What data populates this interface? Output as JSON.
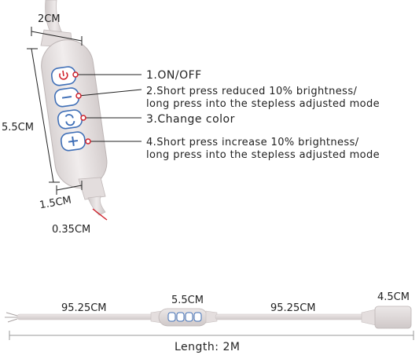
{
  "dimensions": {
    "width_top": "2CM",
    "height": "5.5CM",
    "width_bottom": "1.5CM",
    "cable": "0.35CM",
    "left_cable": "95.25CM",
    "controller": "5.5CM",
    "right_cable": "95.25CM",
    "plug": "4.5CM",
    "total_length": "Length: 2M"
  },
  "functions": [
    {
      "line1": "1.ON/OFF",
      "line2": ""
    },
    {
      "line1": "2.Short press reduced 10% brightness/",
      "line2": "long press into the stepless adjusted mode"
    },
    {
      "line1": "3.Change color",
      "line2": ""
    },
    {
      "line1": "4.Short press increase 10% brightness/",
      "line2": "long press into the stepless adjusted mode"
    }
  ],
  "colors": {
    "button_blue": "#3f6fb7",
    "accent_red": "#d0202a",
    "body_gray": "#e9e4e4"
  },
  "icons": [
    "power-icon",
    "minus-icon",
    "change-color-icon",
    "plus-icon"
  ]
}
